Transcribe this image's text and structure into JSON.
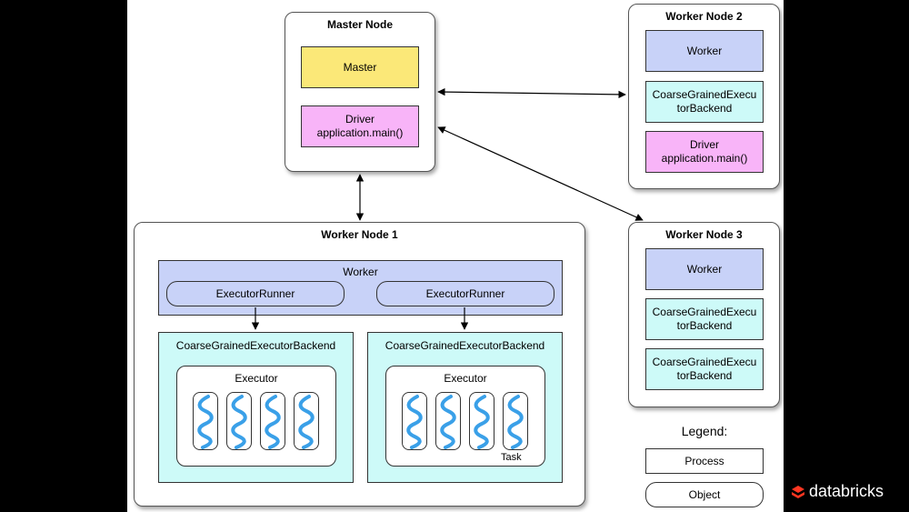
{
  "master_node": {
    "title": "Master Node",
    "master_label": "Master",
    "driver_label_1": "Driver",
    "driver_label_2": "application.main()"
  },
  "worker_node_1": {
    "title": "Worker Node 1",
    "worker_label": "Worker",
    "executor_runner_left": "ExecutorRunner",
    "executor_runner_right": "ExecutorRunner",
    "backend_left": "CoarseGrainedExecutorBackend",
    "backend_right": "CoarseGrainedExecutorBackend",
    "executor_left": "Executor",
    "executor_right": "Executor",
    "task_label": "Task"
  },
  "worker_node_2": {
    "title": "Worker Node 2",
    "worker_label": "Worker",
    "backend_line_1": "CoarseGrainedExecu",
    "backend_line_2": "torBackend",
    "driver_label_1": "Driver",
    "driver_label_2": "application.main()"
  },
  "worker_node_3": {
    "title": "Worker Node 3",
    "worker_label": "Worker",
    "backend_a_line_1": "CoarseGrainedExecu",
    "backend_a_line_2": "torBackend",
    "backend_b_line_1": "CoarseGrainedExecu",
    "backend_b_line_2": "torBackend"
  },
  "legend": {
    "title": "Legend:",
    "process_label": "Process",
    "object_label": "Object"
  },
  "brand": {
    "logo_text": "databricks",
    "logo_color": "#ff3621"
  },
  "colors": {
    "master": "#fbe878",
    "driver": "#f8b4f8",
    "worker": "#c8d2f8",
    "backend": "#cdfaf8",
    "task_thread": "#3aa0e8"
  },
  "icons": {
    "task": "thread-squiggle-icon",
    "logo": "databricks-logo-icon"
  }
}
